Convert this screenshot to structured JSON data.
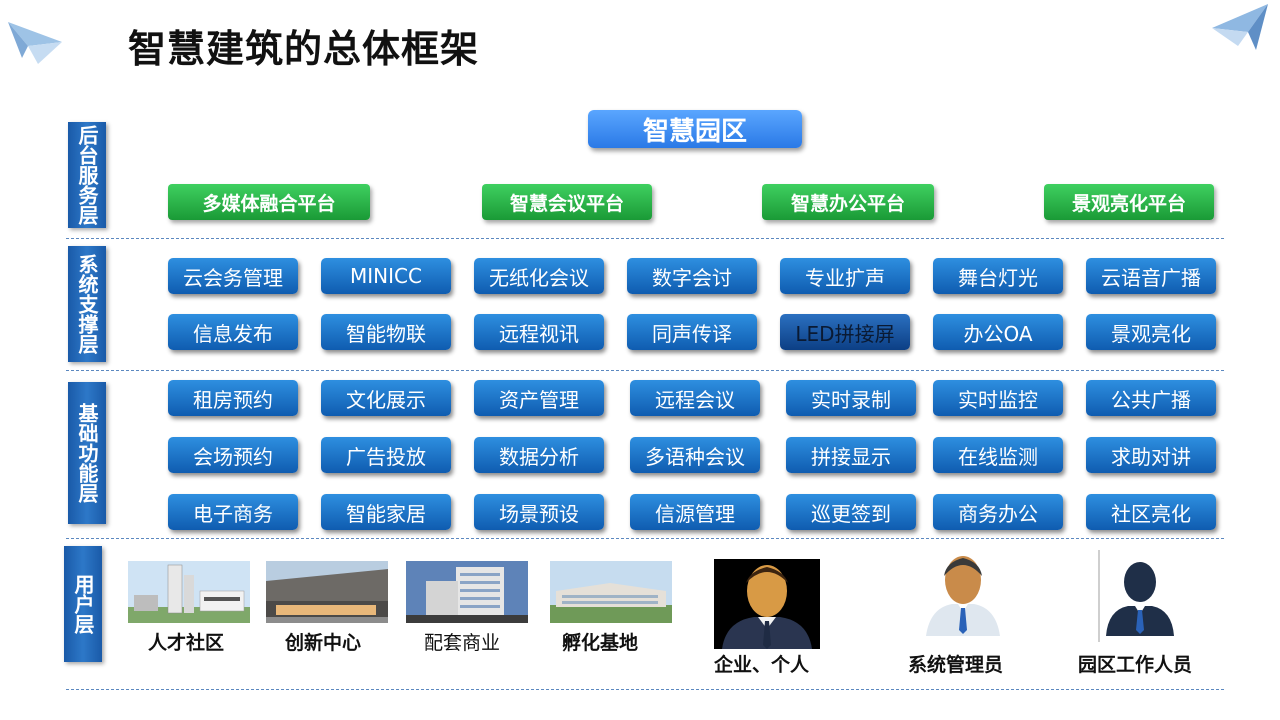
{
  "title": "智慧建筑的总体框架",
  "colors": {
    "layer_label": "#1a5aa8",
    "hero": "#2a79e6",
    "green": "#1a9a36",
    "blue_button": "#0f5cb0"
  },
  "layers": {
    "backend": "后台服务层",
    "support": "系统支撑层",
    "function": "基础功能层",
    "user": "用户层"
  },
  "hero": "智慧园区",
  "platforms": [
    "多媒体融合平台",
    "智慧会议平台",
    "智慧办公平台",
    "景观亮化平台"
  ],
  "support_row1": [
    "云会务管理",
    "MINICC",
    "无纸化会议",
    "数字会讨",
    "专业扩声",
    "舞台灯光",
    "云语音广播"
  ],
  "support_row2": [
    "信息发布",
    "智能物联",
    "远程视讯",
    "同声传译",
    "LED拼接屏",
    "办公OA",
    "景观亮化"
  ],
  "function_row1": [
    "租房预约",
    "文化展示",
    "资产管理",
    "远程会议",
    "实时录制",
    "实时监控",
    "公共广播"
  ],
  "function_row2": [
    "会场预约",
    "广告投放",
    "数据分析",
    "多语种会议",
    "拼接显示",
    "在线监测",
    "求助对讲"
  ],
  "function_row3": [
    "电子商务",
    "智能家居",
    "场景预设",
    "信源管理",
    "巡更签到",
    "商务办公",
    "社区亮化"
  ],
  "users": {
    "talent": "人才社区",
    "innovation": "创新中心",
    "commerce": "配套商业",
    "incubation": "孵化基地",
    "enterprise": "企业、个人",
    "admin": "系统管理员",
    "staff": "园区工作人员"
  }
}
